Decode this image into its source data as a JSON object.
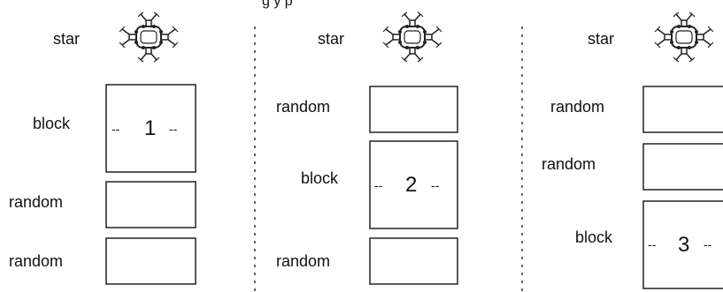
{
  "columns": [
    {
      "star_label": "star",
      "rows": [
        {
          "label": "block",
          "box_text": "1",
          "is_block": true
        },
        {
          "label": "random",
          "box_text": "",
          "is_block": false
        },
        {
          "label": "random",
          "box_text": "",
          "is_block": false
        }
      ]
    },
    {
      "star_label": "star",
      "rows": [
        {
          "label": "random",
          "box_text": "",
          "is_block": false
        },
        {
          "label": "block",
          "box_text": "2",
          "is_block": true
        },
        {
          "label": "random",
          "box_text": "",
          "is_block": false
        }
      ]
    },
    {
      "star_label": "star",
      "rows": [
        {
          "label": "random",
          "box_text": "",
          "is_block": false
        },
        {
          "label": "random",
          "box_text": "",
          "is_block": false
        },
        {
          "label": "block",
          "box_text": "3",
          "is_block": true
        }
      ]
    }
  ],
  "block_dash": "--",
  "colors": {
    "stroke": "#222222",
    "text": "#111111",
    "divider": "#333333"
  },
  "icons": {
    "star": "cross-maze-star-icon"
  }
}
